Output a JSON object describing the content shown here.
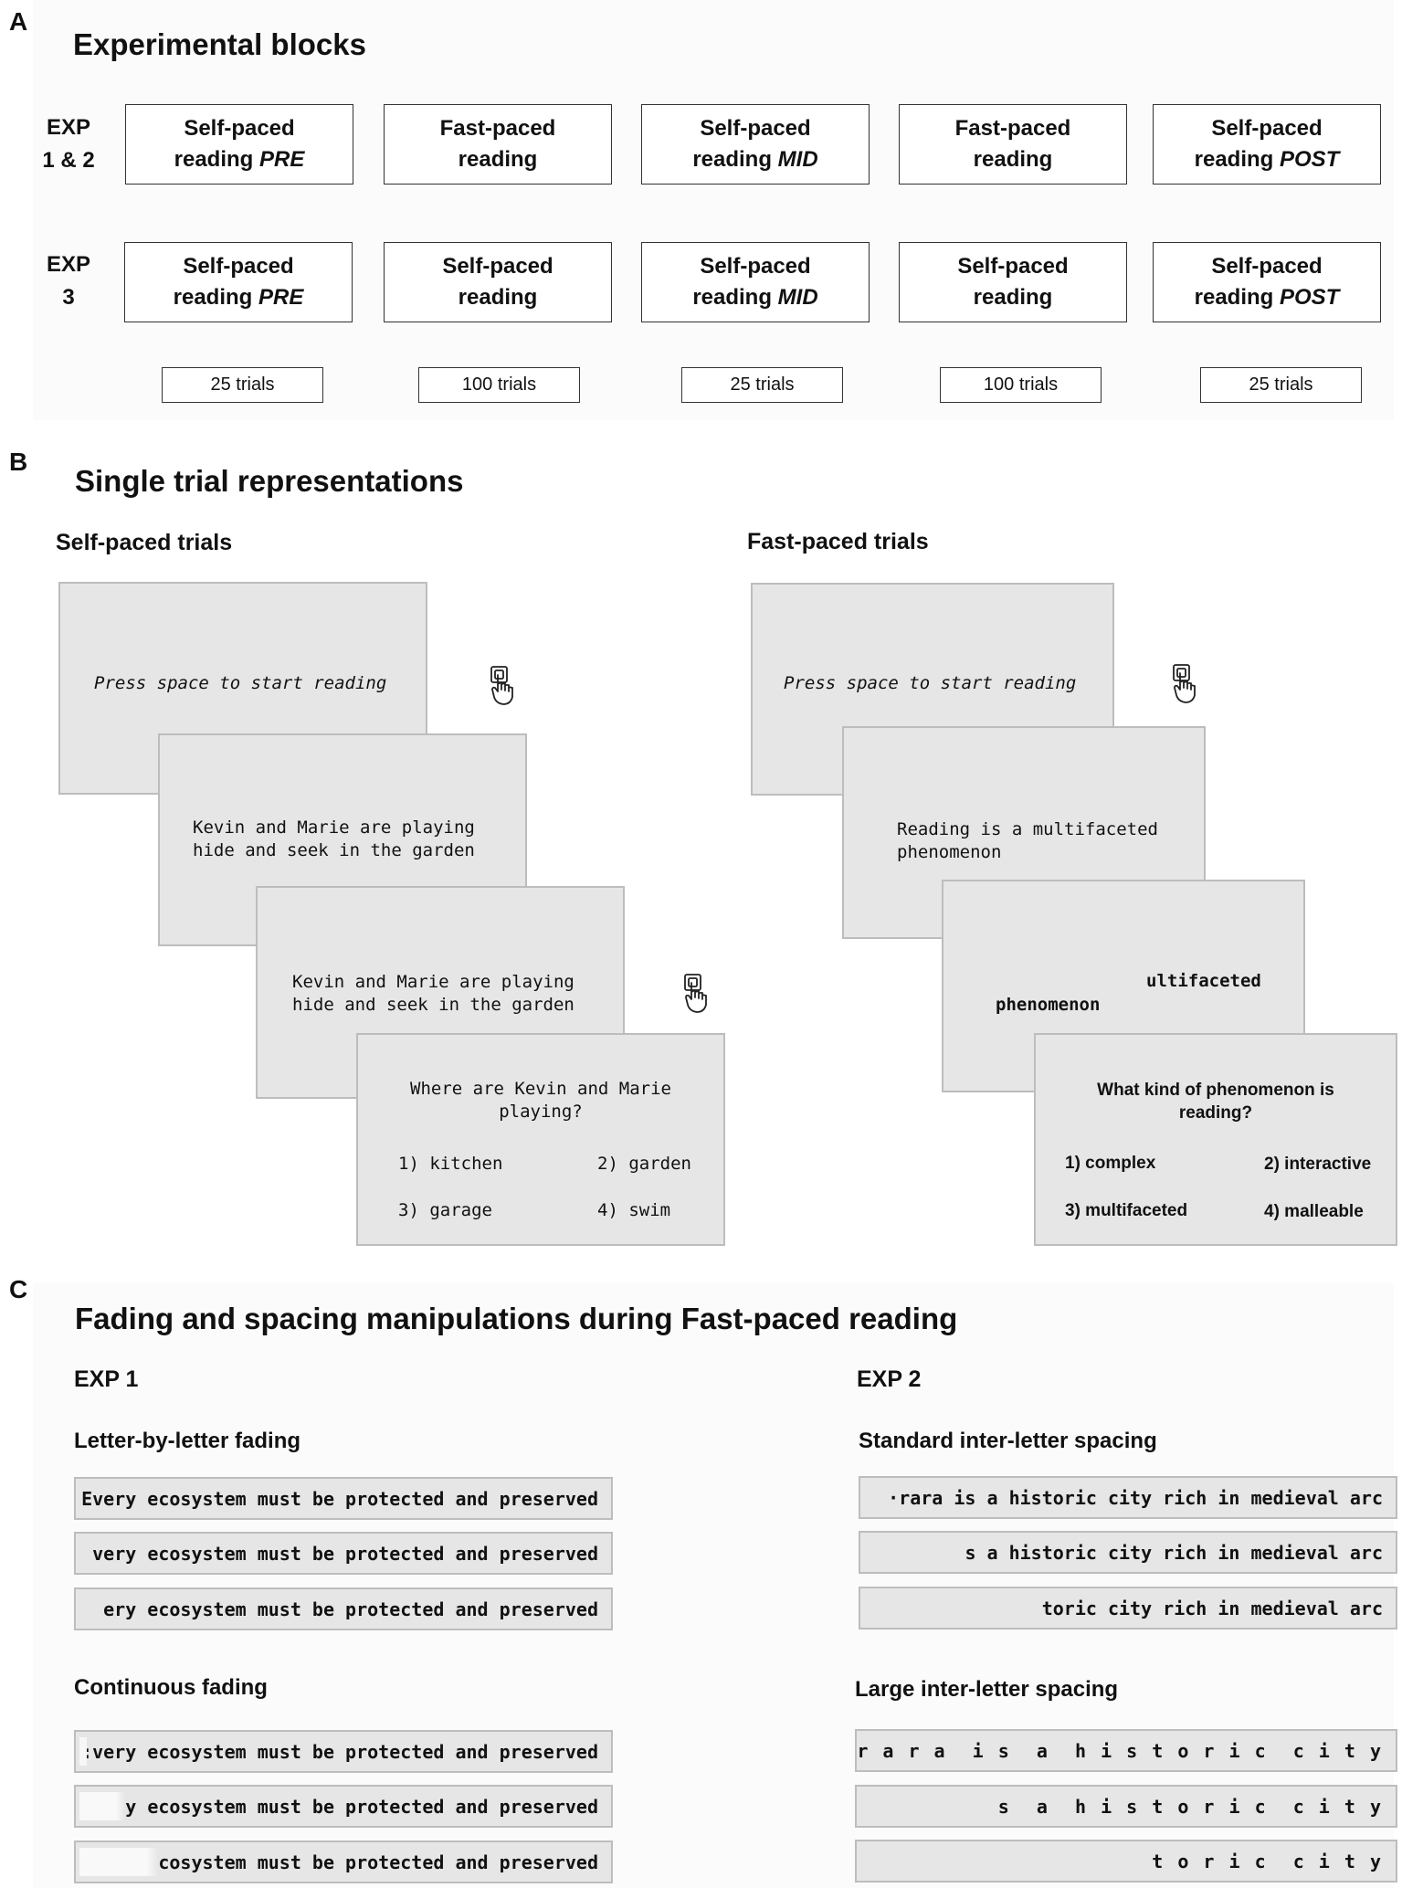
{
  "panelA": {
    "letter": "A",
    "title": "Experimental blocks",
    "rows": [
      {
        "label_line1": "EXP",
        "label_line2": "1 & 2",
        "blocks": [
          {
            "line1": "Self-paced",
            "line2": "reading",
            "suffix": "PRE"
          },
          {
            "line1": "Fast-paced",
            "line2": "reading",
            "suffix": ""
          },
          {
            "line1": "Self-paced",
            "line2": "reading",
            "suffix": "MID"
          },
          {
            "line1": "Fast-paced",
            "line2": "reading",
            "suffix": ""
          },
          {
            "line1": "Self-paced",
            "line2": "reading",
            "suffix": "POST"
          }
        ]
      },
      {
        "label_line1": "EXP",
        "label_line2": "3",
        "blocks": [
          {
            "line1": "Self-paced",
            "line2": "reading",
            "suffix": "PRE"
          },
          {
            "line1": "Self-paced",
            "line2": "reading",
            "suffix": ""
          },
          {
            "line1": "Self-paced",
            "line2": "reading",
            "suffix": "MID"
          },
          {
            "line1": "Self-paced",
            "line2": "reading",
            "suffix": ""
          },
          {
            "line1": "Self-paced",
            "line2": "reading",
            "suffix": "POST"
          }
        ]
      }
    ],
    "trials": [
      "25 trials",
      "100 trials",
      "25 trials",
      "100 trials",
      "25 trials"
    ]
  },
  "panelB": {
    "letter": "B",
    "title": "Single trial representations",
    "self_paced": {
      "title": "Self-paced trials",
      "start": "Press space to start reading",
      "sentence_line1": "Kevin and Marie are playing",
      "sentence_line2": "hide and seek in the garden",
      "question_line1": "Where are Kevin and Marie",
      "question_line2": "playing?",
      "options": [
        "1) kitchen",
        "2) garden",
        "3) garage",
        "4) swim"
      ]
    },
    "fast_paced": {
      "title": "Fast-paced trials",
      "start": "Press space to start reading",
      "sentence_line1": "Reading is a multifaceted",
      "sentence_line2": "phenomenon",
      "faded_line1": "ultifaceted",
      "faded_line2": "phenomenon",
      "question_line1": "What kind of phenomenon is",
      "question_line2": "reading?",
      "options": [
        "1) complex",
        "2) interactive",
        "3) multifaceted",
        "4) malleable"
      ]
    }
  },
  "panelC": {
    "letter": "C",
    "title": "Fading and spacing manipulations during Fast-paced reading",
    "exp1": {
      "title": "EXP 1",
      "letter_fading": {
        "title": "Letter-by-letter fading",
        "lines": [
          "Every ecosystem must be protected and preserved",
          "very ecosystem must be protected and preserved",
          "ery ecosystem must be protected and preserved"
        ]
      },
      "continuous_fading": {
        "title": "Continuous fading",
        "lines": [
          ":very ecosystem must be protected and preserved",
          "y ecosystem must be protected and preserved",
          ":cosystem must be protected and preserved"
        ]
      }
    },
    "exp2": {
      "title": "EXP 2",
      "standard_spacing": {
        "title": "Standard inter-letter spacing",
        "lines": [
          "·rara is a historic city rich in medieval arc",
          "s a historic city rich in medieval arc",
          "toric city rich in medieval arc"
        ]
      },
      "large_spacing": {
        "title": "Large inter-letter spacing",
        "lines": [
          "r a r a  i s  a  h i s t o r i c  c i t y",
          "s  a  h i s t o r i c  c i t y",
          "t o r i c  c i t y"
        ]
      }
    }
  }
}
